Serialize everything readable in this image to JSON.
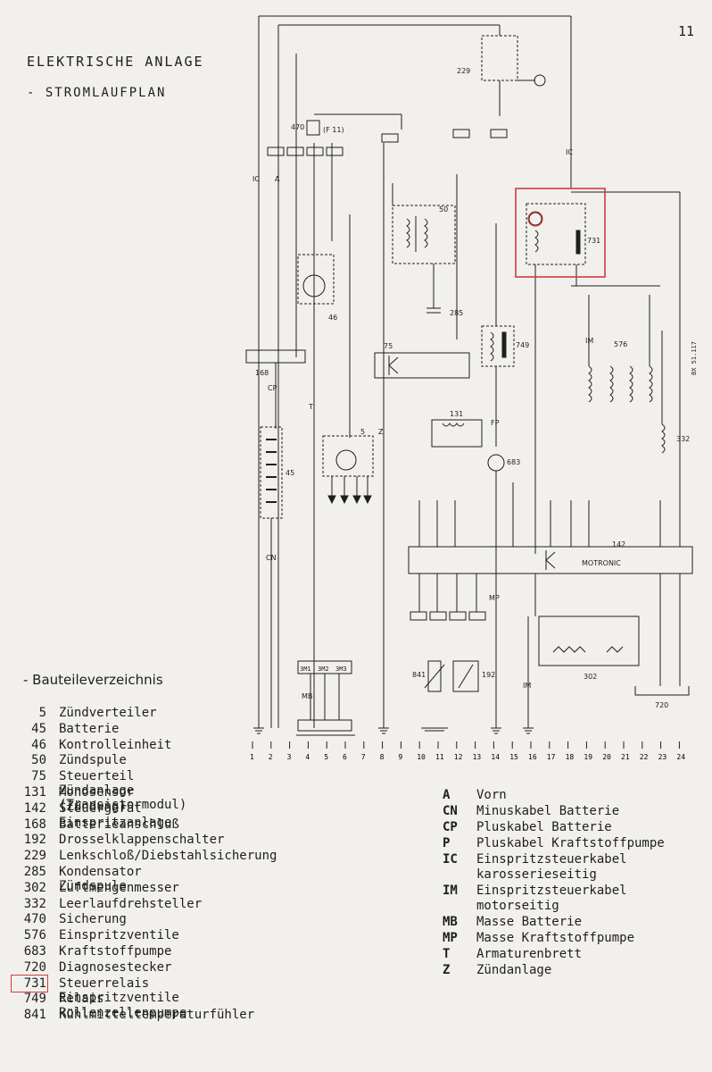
{
  "page_number": "11",
  "title": "ELEKTRISCHE ANLAGE",
  "subtitle": "- STROMLAUFPLAN",
  "components_heading": "- Bauteileverzeichnis",
  "components": [
    {
      "num": "5",
      "name": "Zündverteiler"
    },
    {
      "num": "45",
      "name": "Batterie"
    },
    {
      "num": "46",
      "name": "Kontrolleinheit"
    },
    {
      "num": "50",
      "name": "Zündspule"
    },
    {
      "num": "75",
      "name": "Steuerteil Zündanlage (Transistormodul)"
    },
    {
      "num": "131",
      "name": "Monosensor (Zündung)"
    },
    {
      "num": "142",
      "name": "Steuergerät Einspritzanlage"
    },
    {
      "num": "168",
      "name": "Batterieanschluß"
    },
    {
      "num": "192",
      "name": "Drosselklappenschalter"
    },
    {
      "num": "229",
      "name": "Lenkschloß/Diebstahlsicherung"
    },
    {
      "num": "285",
      "name": "Kondensator Zündspule"
    },
    {
      "num": "302",
      "name": "Luftmengenmesser"
    },
    {
      "num": "332",
      "name": "Leerlaufdrehsteller"
    },
    {
      "num": "470",
      "name": "Sicherung"
    },
    {
      "num": "576",
      "name": "Einspritzventile"
    },
    {
      "num": "683",
      "name": "Kraftstoffpumpe"
    },
    {
      "num": "720",
      "name": "Diagnosestecker"
    },
    {
      "num": "731",
      "name": "Steuerrelais Einspritzventile",
      "highlight": true
    },
    {
      "num": "749",
      "name": "Relais Rollenzellenpumpe"
    },
    {
      "num": "841",
      "name": "Kühlmitteltemperaturfühler"
    }
  ],
  "legend": [
    {
      "code": "A",
      "desc": "Vorn"
    },
    {
      "code": "CN",
      "desc": "Minuskabel Batterie"
    },
    {
      "code": "CP",
      "desc": "Pluskabel Batterie"
    },
    {
      "code": "P",
      "desc": "Pluskabel Kraftstoffpumpe"
    },
    {
      "code": "IC",
      "desc": "Einspritzsteuerkabel karosserieseitig"
    },
    {
      "code": "IM",
      "desc": "Einspritzsteuerkabel motorseitig"
    },
    {
      "code": "MB",
      "desc": "Masse Batterie"
    },
    {
      "code": "MP",
      "desc": "Masse Kraftstoffpumpe"
    },
    {
      "code": "T",
      "desc": "Armaturenbrett"
    },
    {
      "code": "Z",
      "desc": "Zündanlage"
    }
  ],
  "diagram": {
    "ruler": [
      "1",
      "2",
      "3",
      "4",
      "5",
      "6",
      "7",
      "8",
      "9",
      "10",
      "11",
      "12",
      "13",
      "14",
      "15",
      "16",
      "17",
      "18",
      "19",
      "20",
      "21",
      "22",
      "23",
      "24"
    ],
    "ref_code": "BX 51.117",
    "labels": {
      "ignition_lock": "229",
      "fuse": "470",
      "fuse_tag": "(F 11)",
      "coil": "50",
      "control_unit": "46",
      "condenser": "285",
      "module": "75",
      "relay_pump": "749",
      "battery_terminal": "168",
      "battery": "45",
      "distributor": "5",
      "monosensor": "131",
      "fuel_pump": "683",
      "ecu": "142",
      "ecu_name": "MOTRONIC",
      "relay_inj": "731",
      "injectors": "576",
      "idle_actuator": "332",
      "airflow": "302",
      "throttle_switch": "192",
      "coolant_sensor": "841",
      "diag": "720",
      "ground_conns": [
        "3M1",
        "3M2",
        "3M3"
      ],
      "wire_ic": "IC",
      "wire_cp": "CP",
      "wire_cn": "CN",
      "wire_im": "IM",
      "wire_mb": "MB",
      "wire_mp": "MP",
      "wire_fp": "FP",
      "wire_a": "A",
      "wire_t": "T",
      "wire_z": "Z"
    }
  },
  "colors": {
    "highlight": "#d23b3b",
    "ink": "#1e1e1e",
    "paper": "#f2f0ed"
  }
}
